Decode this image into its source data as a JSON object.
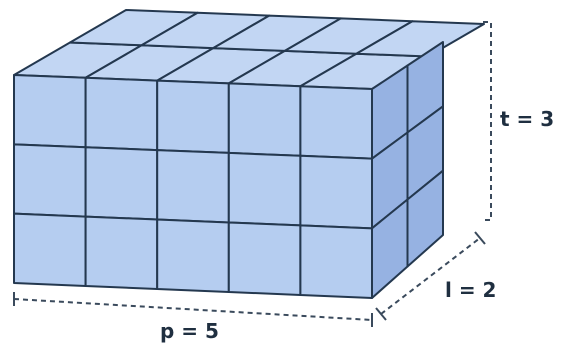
{
  "figure": {
    "grid": {
      "length_units": 5,
      "width_units": 2,
      "height_units": 3
    },
    "labels": {
      "height": "t = 3",
      "width": "l = 2",
      "length": "p = 5"
    },
    "colors": {
      "front_face": "#b5cdf0",
      "top_face": "#c2d6f3",
      "side_face": "#96b2e2",
      "edge": "#24384f",
      "dimension_line": "#3a4a5c",
      "label": "#1f2f40"
    }
  }
}
